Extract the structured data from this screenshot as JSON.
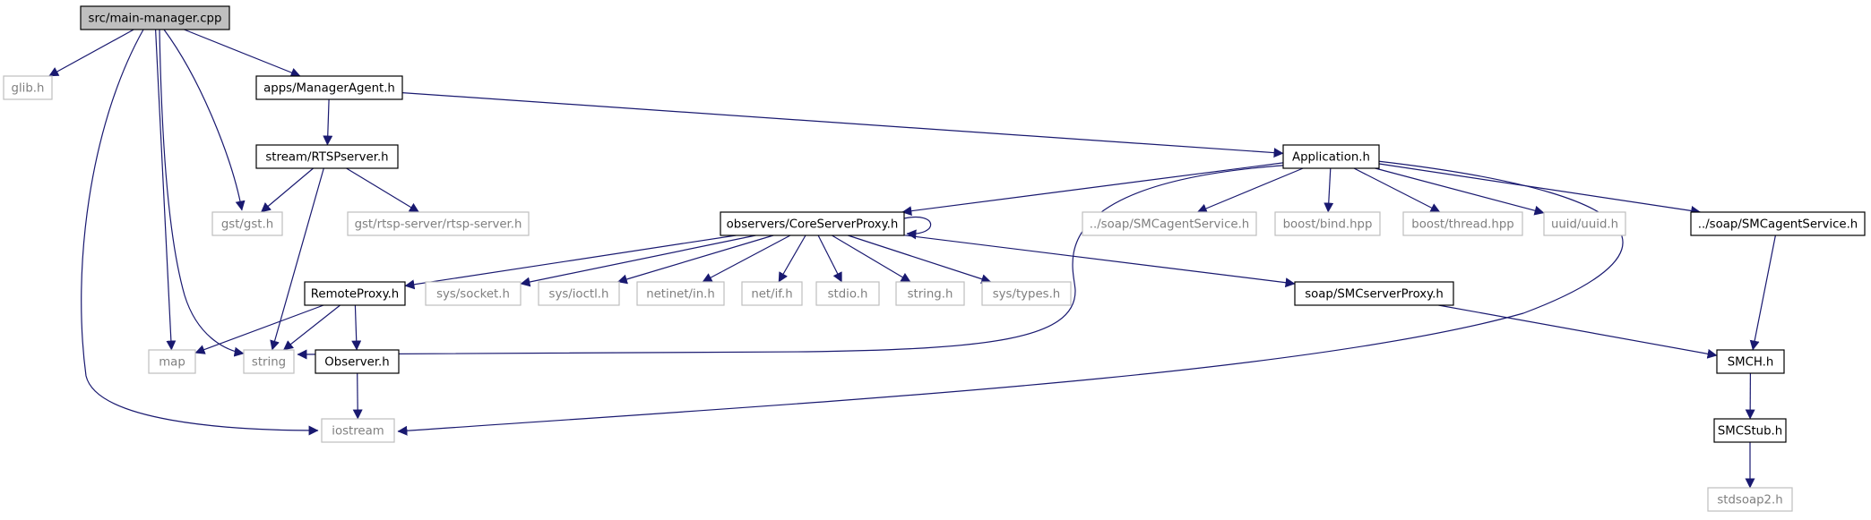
{
  "nodes": [
    {
      "id": "main",
      "label": "src/main-manager.cpp",
      "style": "root"
    },
    {
      "id": "glib",
      "label": "glib.h",
      "style": "external"
    },
    {
      "id": "manager_agent",
      "label": "apps/ManagerAgent.h",
      "style": "local"
    },
    {
      "id": "rtsp_server",
      "label": "stream/RTSPserver.h",
      "style": "local"
    },
    {
      "id": "gst",
      "label": "gst/gst.h",
      "style": "external"
    },
    {
      "id": "rtsp_server_sys",
      "label": "gst/rtsp-server/rtsp-server.h",
      "style": "external"
    },
    {
      "id": "application",
      "label": "Application.h",
      "style": "local"
    },
    {
      "id": "core_proxy",
      "label": "observers/CoreServerProxy.h",
      "style": "local"
    },
    {
      "id": "smc_service_gray",
      "label": "../soap/SMCagentService.h",
      "style": "external"
    },
    {
      "id": "boost_bind",
      "label": "boost/bind.hpp",
      "style": "external"
    },
    {
      "id": "boost_thread",
      "label": "boost/thread.hpp",
      "style": "external"
    },
    {
      "id": "uuid",
      "label": "uuid/uuid.h",
      "style": "external"
    },
    {
      "id": "smc_service",
      "label": "../soap/SMCagentService.h",
      "style": "local"
    },
    {
      "id": "remote_proxy",
      "label": "RemoteProxy.h",
      "style": "local"
    },
    {
      "id": "sys_socket",
      "label": "sys/socket.h",
      "style": "external"
    },
    {
      "id": "sys_ioctl",
      "label": "sys/ioctl.h",
      "style": "external"
    },
    {
      "id": "netinet_in",
      "label": "netinet/in.h",
      "style": "external"
    },
    {
      "id": "net_if",
      "label": "net/if.h",
      "style": "external"
    },
    {
      "id": "stdio",
      "label": "stdio.h",
      "style": "external"
    },
    {
      "id": "string_h",
      "label": "string.h",
      "style": "external"
    },
    {
      "id": "sys_types",
      "label": "sys/types.h",
      "style": "external"
    },
    {
      "id": "smc_server_proxy",
      "label": "soap/SMCserverProxy.h",
      "style": "local"
    },
    {
      "id": "map",
      "label": "map",
      "style": "external"
    },
    {
      "id": "string",
      "label": "string",
      "style": "external"
    },
    {
      "id": "observer",
      "label": "Observer.h",
      "style": "local"
    },
    {
      "id": "smch",
      "label": "SMCH.h",
      "style": "local"
    },
    {
      "id": "iostream",
      "label": "iostream",
      "style": "external"
    },
    {
      "id": "smcstub",
      "label": "SMCStub.h",
      "style": "local"
    },
    {
      "id": "stdsoap2",
      "label": "stdsoap2.h",
      "style": "external"
    }
  ],
  "edges": [
    [
      "main",
      "glib"
    ],
    [
      "main",
      "manager_agent"
    ],
    [
      "main",
      "gst"
    ],
    [
      "main",
      "map"
    ],
    [
      "main",
      "string"
    ],
    [
      "main",
      "iostream"
    ],
    [
      "manager_agent",
      "rtsp_server"
    ],
    [
      "manager_agent",
      "application"
    ],
    [
      "rtsp_server",
      "gst"
    ],
    [
      "rtsp_server",
      "rtsp_server_sys"
    ],
    [
      "rtsp_server",
      "string"
    ],
    [
      "application",
      "core_proxy"
    ],
    [
      "application",
      "smc_service_gray"
    ],
    [
      "application",
      "boost_bind"
    ],
    [
      "application",
      "boost_thread"
    ],
    [
      "application",
      "uuid"
    ],
    [
      "application",
      "smc_service"
    ],
    [
      "application",
      "string"
    ],
    [
      "application",
      "iostream"
    ],
    [
      "core_proxy",
      "core_proxy"
    ],
    [
      "core_proxy",
      "remote_proxy"
    ],
    [
      "core_proxy",
      "sys_socket"
    ],
    [
      "core_proxy",
      "sys_ioctl"
    ],
    [
      "core_proxy",
      "netinet_in"
    ],
    [
      "core_proxy",
      "net_if"
    ],
    [
      "core_proxy",
      "stdio"
    ],
    [
      "core_proxy",
      "string_h"
    ],
    [
      "core_proxy",
      "sys_types"
    ],
    [
      "core_proxy",
      "smc_server_proxy"
    ],
    [
      "remote_proxy",
      "map"
    ],
    [
      "remote_proxy",
      "string"
    ],
    [
      "remote_proxy",
      "observer"
    ],
    [
      "observer",
      "iostream"
    ],
    [
      "smc_server_proxy",
      "smch"
    ],
    [
      "smc_service",
      "smch"
    ],
    [
      "smch",
      "smcstub"
    ],
    [
      "smcstub",
      "stdsoap2"
    ]
  ],
  "colors": {
    "edge": "#191970",
    "local_border": "#000000",
    "external_border": "#bfbfbf",
    "external_text": "#7f7f7f",
    "root_fill": "#bfbfbf",
    "text": "#000000"
  }
}
